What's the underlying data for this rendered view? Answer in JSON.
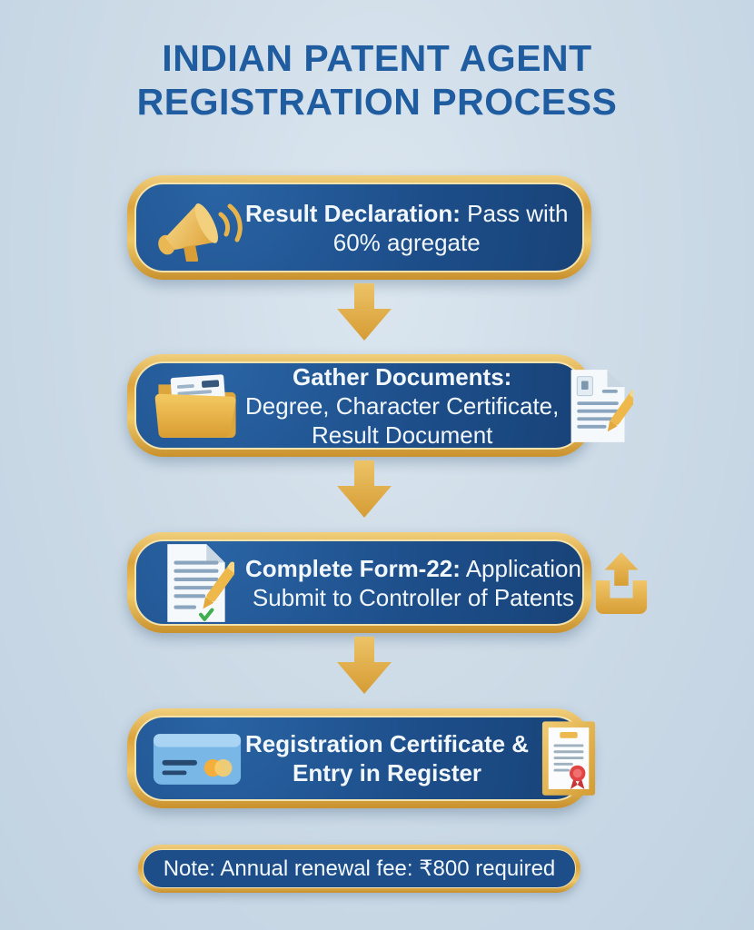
{
  "title": {
    "line1": "INDIAN PATENT AGENT",
    "line2": "REGISTRATION PROCESS"
  },
  "colors": {
    "background": "#cfdde9",
    "title_text": "#1f5da0",
    "box_fill": "#1d4e8a",
    "gold_border": "#dca43d",
    "step_text": "#f2f7fb",
    "arrow_gold": "#e0ab45",
    "seal_red": "#e14444",
    "card_blue": "#79b7e6"
  },
  "steps": [
    {
      "name": "result-declaration",
      "icon_left": "megaphone-icon",
      "icon_right": null,
      "lines": [
        {
          "bold": "Result Declaration:",
          "regular": " Pass with"
        },
        {
          "bold": "",
          "regular": "60% agregate"
        }
      ]
    },
    {
      "name": "gather-documents",
      "icon_left": "folder-documents-icon",
      "icon_right": "document-pen-icon",
      "lines": [
        {
          "bold": "Gather Documents:",
          "regular": ""
        },
        {
          "bold": "",
          "regular": "Degree, Character Certificate,"
        },
        {
          "bold": "",
          "regular": "Result Document"
        }
      ]
    },
    {
      "name": "complete-form-22",
      "icon_left": "document-pencil-check-icon",
      "icon_right": "upload-icon",
      "lines": [
        {
          "bold": "Complete Form-22:",
          "regular": " Application"
        },
        {
          "bold": "",
          "regular": "Submit to Controller of Patents"
        }
      ]
    },
    {
      "name": "registration-certificate",
      "icon_left": "id-card-icon",
      "icon_right": "certificate-icon",
      "lines": [
        {
          "bold": "Registration Certificate &",
          "regular": ""
        },
        {
          "bold": "Entry in Register",
          "regular": ""
        }
      ]
    }
  ],
  "note": {
    "text": "Note: Annual renewal fee: ₹800 required"
  }
}
